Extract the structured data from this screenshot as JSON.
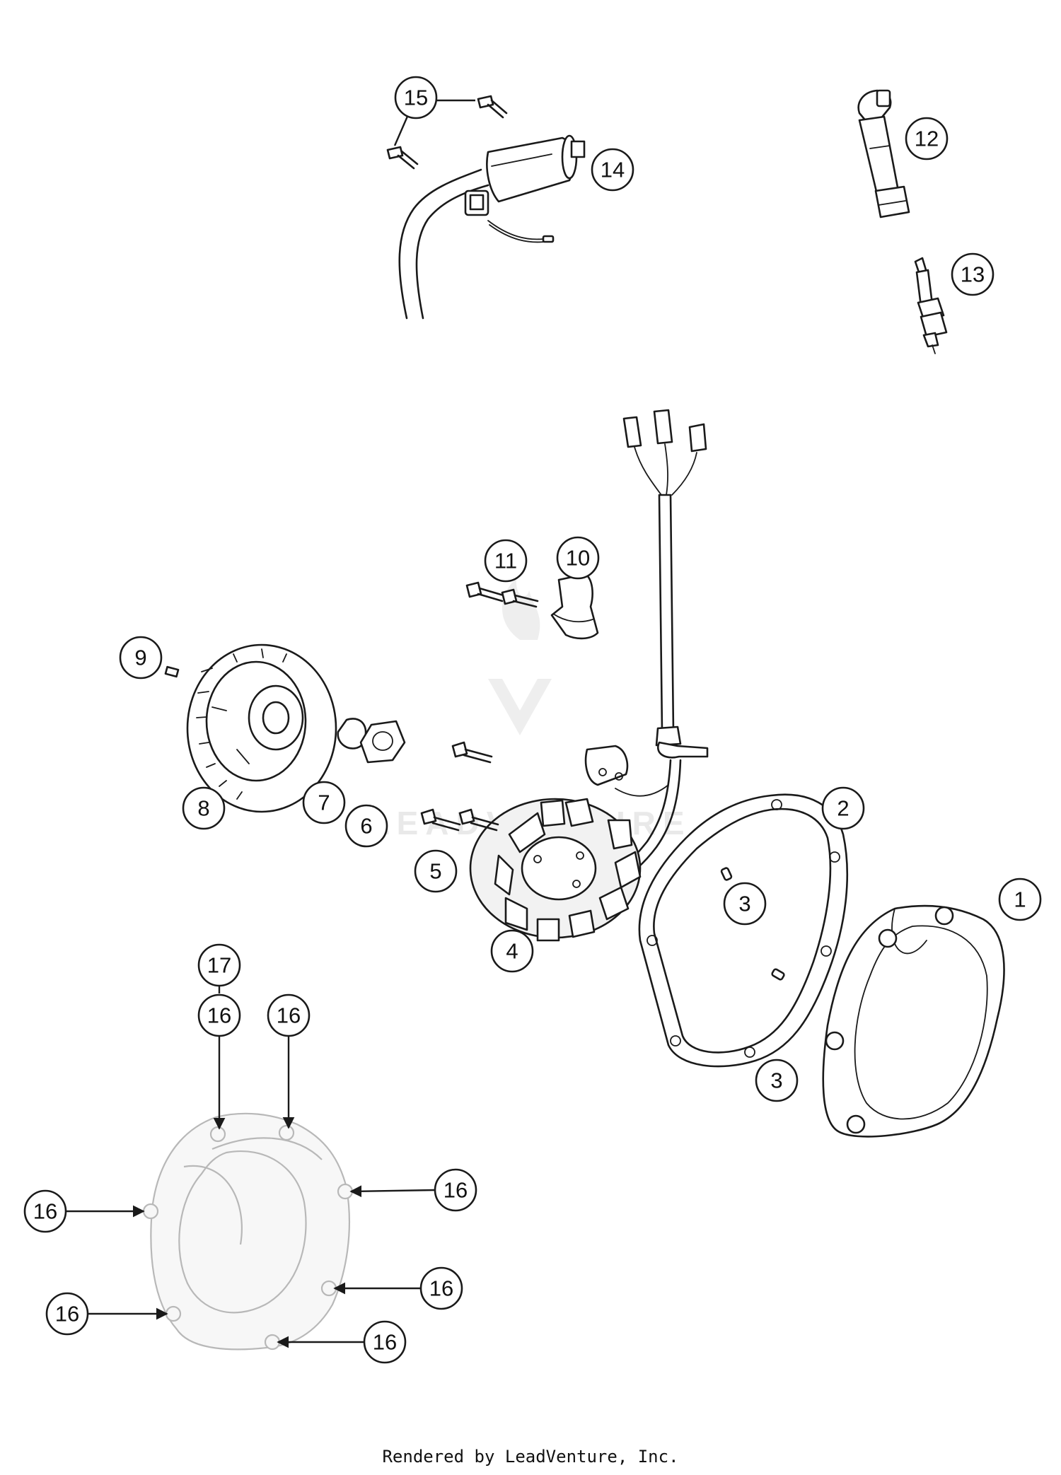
{
  "callouts": [
    "1",
    "2",
    "3",
    "3",
    "4",
    "5",
    "6",
    "7",
    "8",
    "9",
    "10",
    "11",
    "12",
    "13",
    "14",
    "15",
    "16",
    "16",
    "16",
    "16",
    "16",
    "16",
    "16",
    "17"
  ],
  "watermark": {
    "brand": "LEADVENTURE"
  },
  "footer": {
    "credit": "Rendered by LeadVenture, Inc."
  },
  "colors": {
    "line": "#1a1a1a",
    "watermark": "#e9e9e9",
    "ghost": "#b8b8b8"
  }
}
